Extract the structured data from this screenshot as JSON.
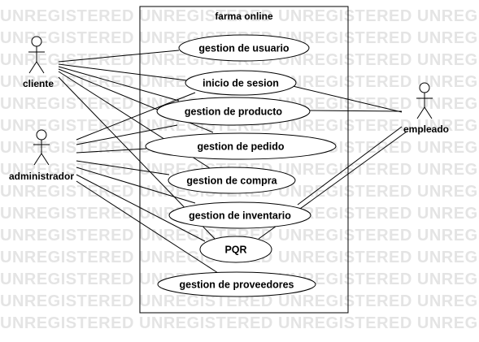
{
  "watermark": {
    "text": "UNREGISTERED"
  },
  "system": {
    "title": "farma online"
  },
  "actors": {
    "cliente": "cliente",
    "administrador": "administrador",
    "empleado": "empleado"
  },
  "use_cases": {
    "gestion_usuario": "gestion de usuario",
    "inicio_sesion": "inicio de sesion",
    "gestion_producto": "gestion de producto",
    "gestion_pedido": "gestion de pedido",
    "gestion_compra": "gestion de compra",
    "gestion_inventario": "gestion de inventario",
    "pqr": "PQR",
    "gestion_proveedores": "gestion de proveedores"
  },
  "colors": {
    "line": "#000000",
    "watermark": "#e4e4e4",
    "background": "#ffffff"
  }
}
